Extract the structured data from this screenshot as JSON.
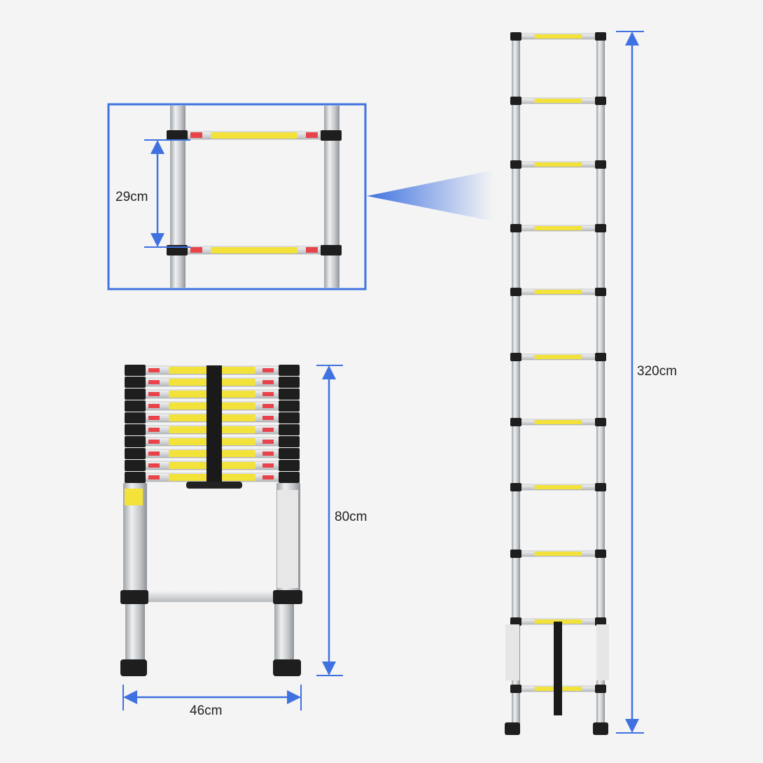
{
  "dimensions": {
    "rung_spacing": "29cm",
    "extended_height": "320cm",
    "collapsed_height": "80cm",
    "width": "46cm"
  },
  "colors": {
    "background": "#f4f4f4",
    "dimension_line": "#3f72e0",
    "rail": "#c9cbcd",
    "clamp": "#1e1e1e",
    "label": "#f2e23a",
    "reflector": "#e8434a"
  }
}
